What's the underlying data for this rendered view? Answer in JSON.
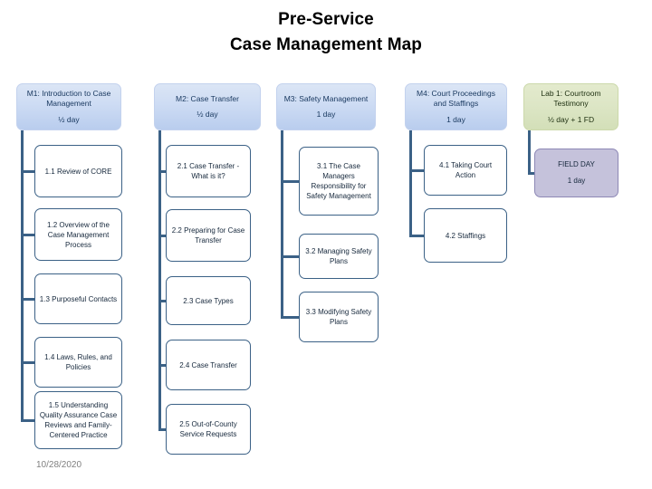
{
  "title": {
    "line1": "Pre-Service",
    "line2": "Case Management Map"
  },
  "colors": {
    "header_blue": "#cfddf4",
    "header_green": "#dde6c6",
    "box_border": "#3b6186",
    "field_day": "#c5c2db",
    "date_text": "#808080"
  },
  "columns": [
    {
      "header": {
        "title": "M1: Introduction to Case Management",
        "duration": "½ day",
        "kind": "module"
      },
      "items": [
        {
          "label": "1.1 Review of CORE"
        },
        {
          "label": "1.2 Overview of the Case Management Process"
        },
        {
          "label": "1.3 Purposeful Contacts"
        },
        {
          "label": "1.4 Laws, Rules, and Policies"
        },
        {
          "label": "1.5 Understanding Quality Assurance Case Reviews and Family-Centered Practice"
        }
      ]
    },
    {
      "header": {
        "title": "M2: Case Transfer",
        "duration": "½ day",
        "kind": "module"
      },
      "items": [
        {
          "label": "2.1 Case Transfer - What is it?"
        },
        {
          "label": "2.2 Preparing for Case Transfer"
        },
        {
          "label": "2.3 Case Types"
        },
        {
          "label": "2.4 Case Transfer"
        },
        {
          "label": "2.5 Out-of-County Service Requests"
        }
      ]
    },
    {
      "header": {
        "title": "M3: Safety Management",
        "duration": "1 day",
        "kind": "module"
      },
      "items": [
        {
          "label": "3.1 The Case Managers Responsibility for Safety Management"
        },
        {
          "label": "3.2 Managing Safety Plans"
        },
        {
          "label": "3.3 Modifying Safety Plans"
        }
      ]
    },
    {
      "header": {
        "title": "M4: Court Proceedings and Staffings",
        "duration": "1 day",
        "kind": "module"
      },
      "items": [
        {
          "label": "4.1 Taking Court Action"
        },
        {
          "label": "4.2 Staffings"
        }
      ]
    },
    {
      "header": {
        "title": "Lab 1: Courtroom Testimony",
        "duration": "½ day + 1 FD",
        "kind": "lab"
      },
      "items": [
        {
          "label": "FIELD DAY",
          "duration": "1 day",
          "kind": "field"
        }
      ]
    }
  ],
  "footer": {
    "date": "10/28/2020"
  }
}
